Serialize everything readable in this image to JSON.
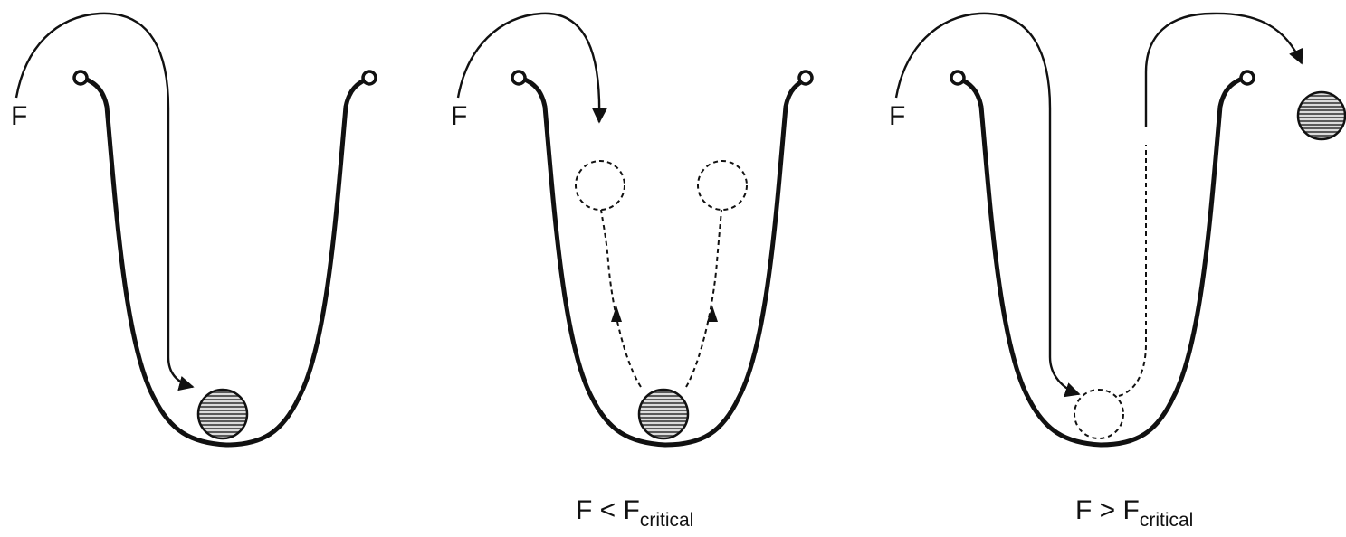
{
  "panels": [
    {
      "force_label": "F",
      "caption": null
    },
    {
      "force_label": "F",
      "caption": {
        "prefix": "F < F",
        "subscript": "critical"
      }
    },
    {
      "force_label": "F",
      "caption": {
        "prefix": "F > F",
        "subscript": "critical"
      }
    }
  ],
  "colors": {
    "ink": "#111111",
    "background": "#ffffff",
    "ball_fill": "#8a8a8a"
  }
}
